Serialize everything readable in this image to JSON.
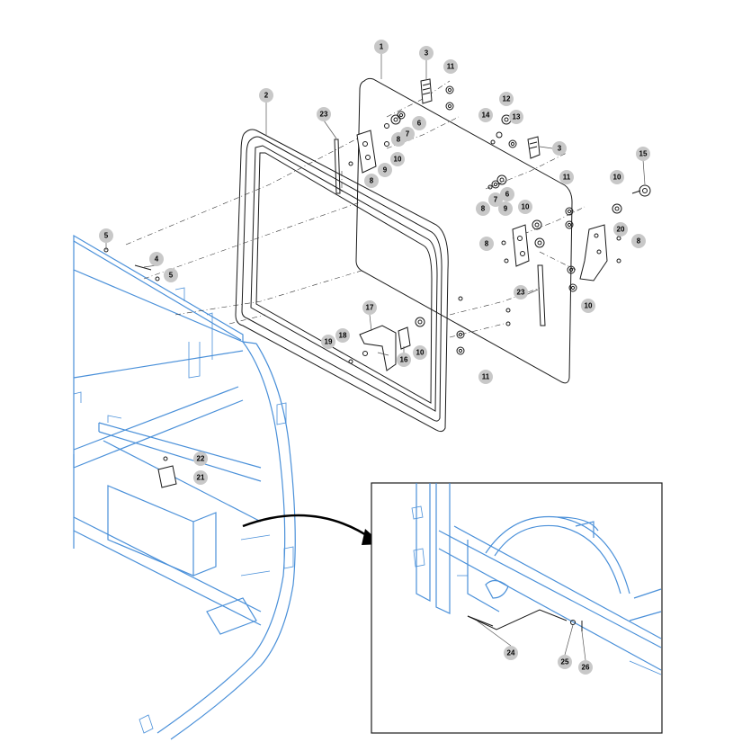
{
  "callouts": {
    "c1": "1",
    "c2": "2",
    "c3a": "3",
    "c3b": "3",
    "c4": "4",
    "c5a": "5",
    "c5b": "5",
    "c6a": "6",
    "c6b": "6",
    "c7a": "7",
    "c7b": "7",
    "c8a": "8",
    "c8b": "8",
    "c8c": "8",
    "c8d": "8",
    "c8e": "8",
    "c9a": "9",
    "c9b": "9",
    "c10a": "10",
    "c10b": "10",
    "c10c": "10",
    "c10d": "10",
    "c10e": "10",
    "c11a": "11",
    "c11b": "11",
    "c11c": "11",
    "c12": "12",
    "c13": "13",
    "c14": "14",
    "c15": "15",
    "c16": "16",
    "c17": "17",
    "c18": "18",
    "c19": "19",
    "c20": "20",
    "c21": "21",
    "c22": "22",
    "c23a": "23",
    "c23b": "23",
    "c24": "24",
    "c25": "25",
    "c26": "26"
  },
  "colors": {
    "frame": "#4a90d9",
    "part": "#1a1a1a",
    "callout_bg": "#c8c8c8"
  }
}
